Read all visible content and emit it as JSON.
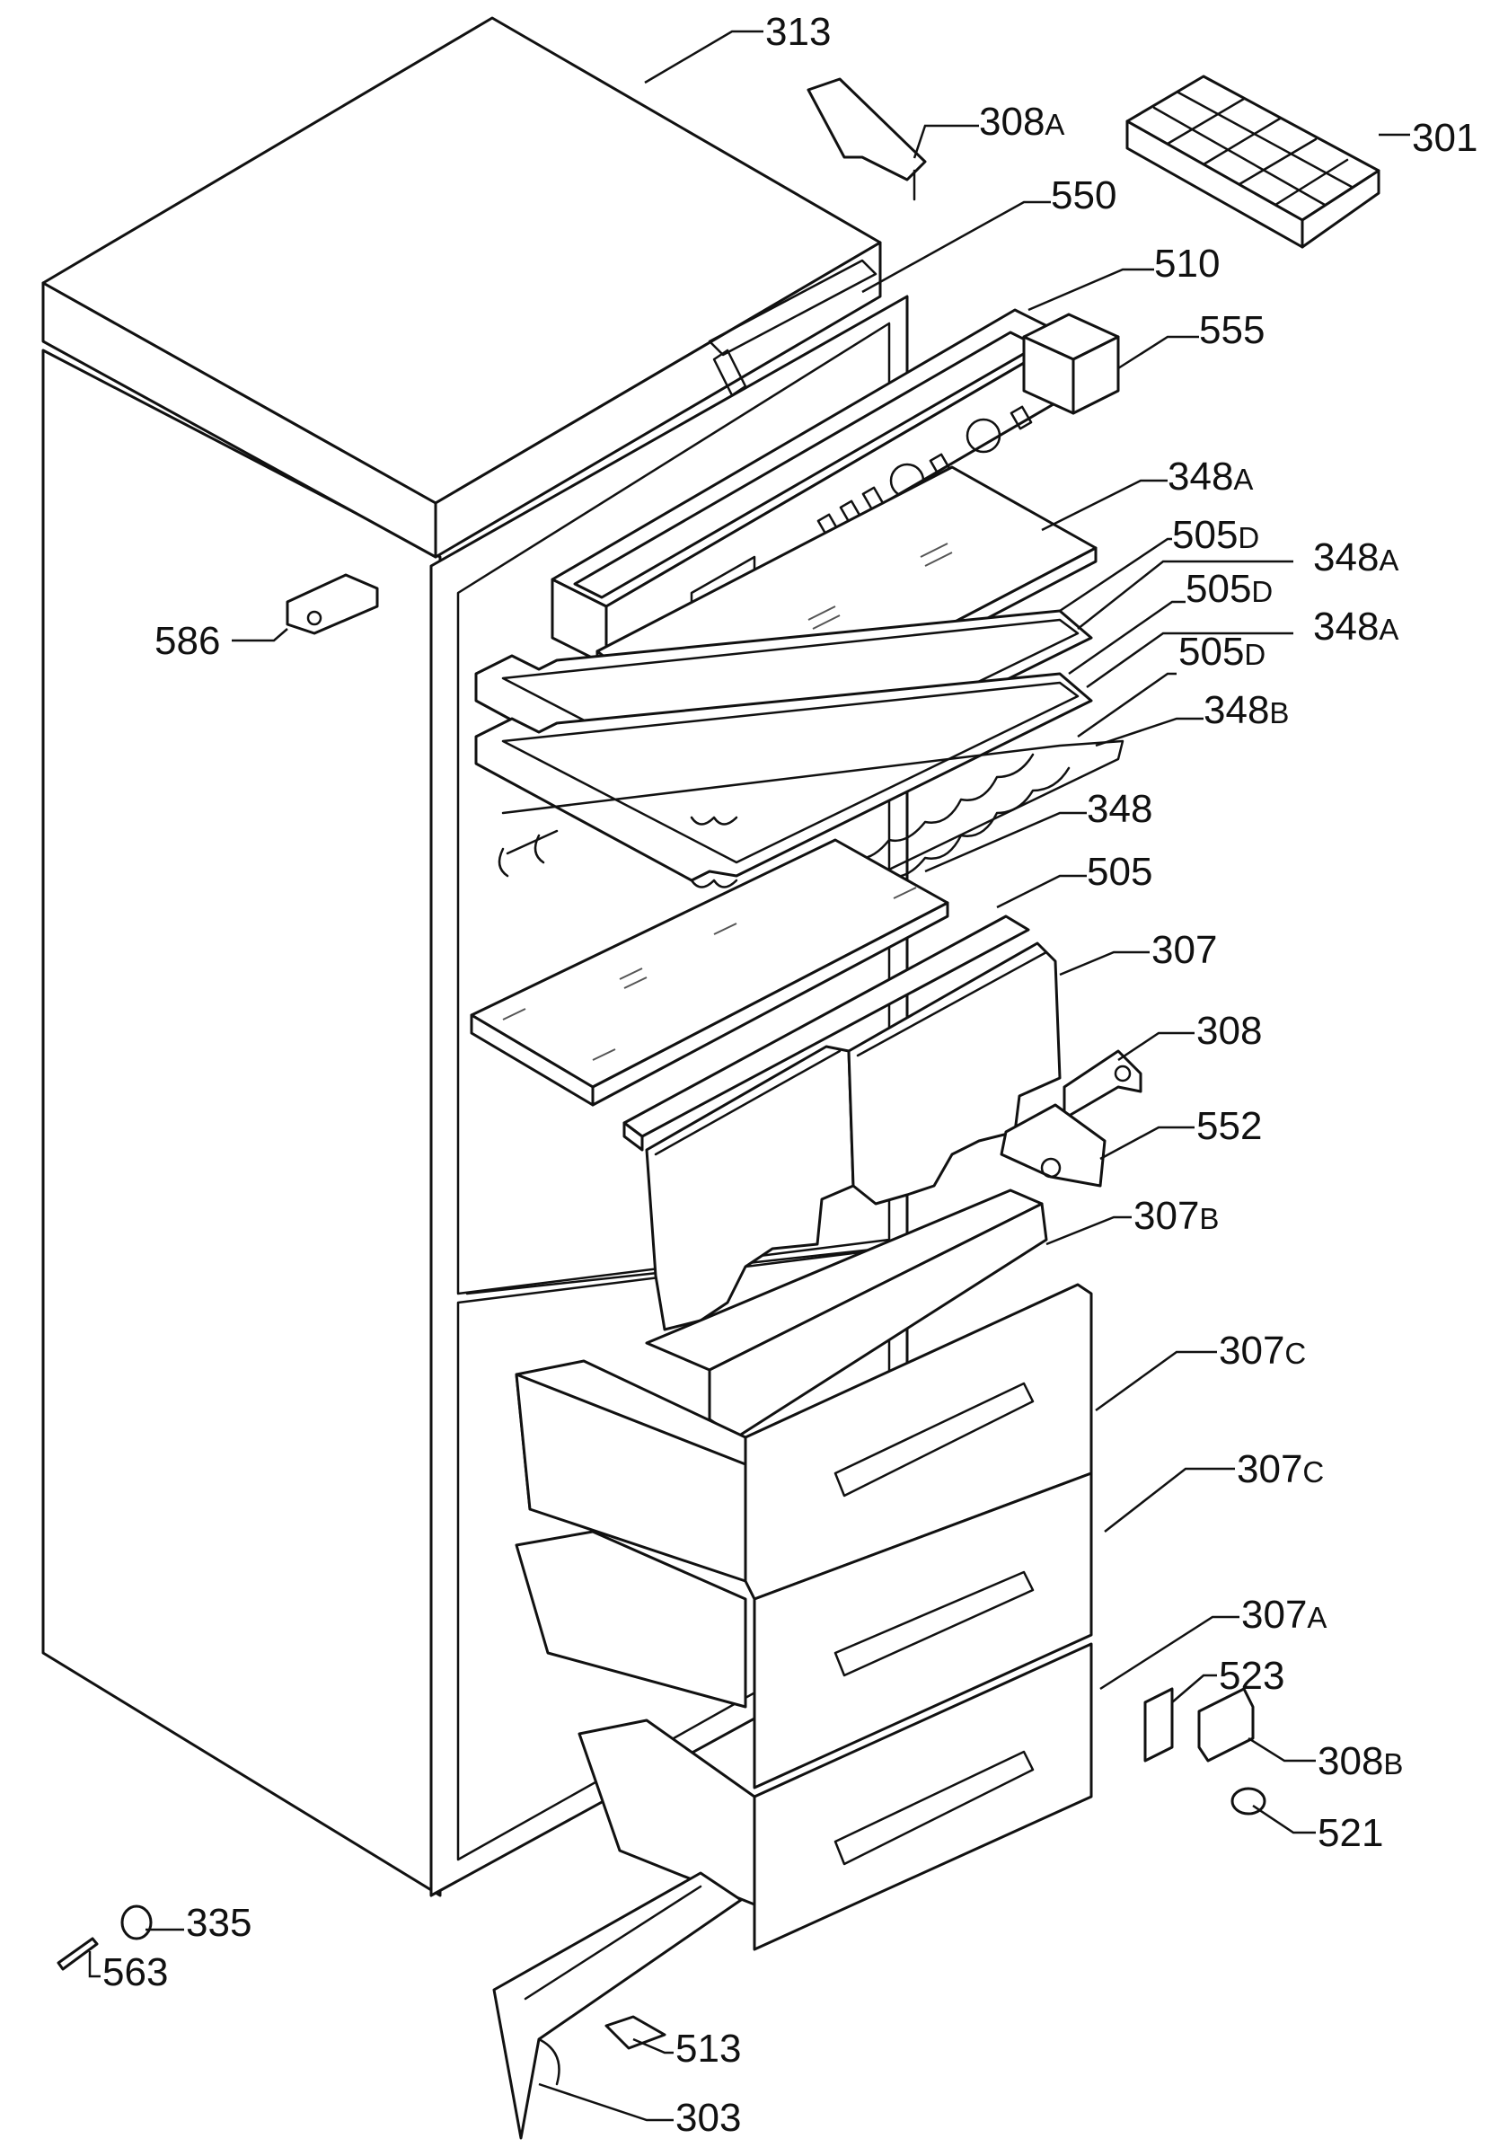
{
  "colors": {
    "line": "#111111",
    "background": "#ffffff"
  },
  "callouts": [
    {
      "id": "313",
      "main": "313",
      "suffix": ""
    },
    {
      "id": "308A",
      "main": "308",
      "suffix": "A"
    },
    {
      "id": "301",
      "main": "301",
      "suffix": ""
    },
    {
      "id": "550",
      "main": "550",
      "suffix": ""
    },
    {
      "id": "510",
      "main": "510",
      "suffix": ""
    },
    {
      "id": "555",
      "main": "555",
      "suffix": ""
    },
    {
      "id": "348A-1",
      "main": "348",
      "suffix": "A"
    },
    {
      "id": "505D-1",
      "main": "505",
      "suffix": "D"
    },
    {
      "id": "348A-2",
      "main": "348",
      "suffix": "A"
    },
    {
      "id": "505D-2",
      "main": "505",
      "suffix": "D"
    },
    {
      "id": "348A-3",
      "main": "348",
      "suffix": "A"
    },
    {
      "id": "505D-3",
      "main": "505",
      "suffix": "D"
    },
    {
      "id": "348B",
      "main": "348",
      "suffix": "B"
    },
    {
      "id": "348",
      "main": "348",
      "suffix": ""
    },
    {
      "id": "505",
      "main": "505",
      "suffix": ""
    },
    {
      "id": "307",
      "main": "307",
      "suffix": ""
    },
    {
      "id": "308",
      "main": "308",
      "suffix": ""
    },
    {
      "id": "552",
      "main": "552",
      "suffix": ""
    },
    {
      "id": "307B",
      "main": "307",
      "suffix": "B"
    },
    {
      "id": "307C-1",
      "main": "307",
      "suffix": "C"
    },
    {
      "id": "307C-2",
      "main": "307",
      "suffix": "C"
    },
    {
      "id": "307A",
      "main": "307",
      "suffix": "A"
    },
    {
      "id": "523",
      "main": "523",
      "suffix": ""
    },
    {
      "id": "308B",
      "main": "308",
      "suffix": "B"
    },
    {
      "id": "521",
      "main": "521",
      "suffix": ""
    },
    {
      "id": "586",
      "main": "586",
      "suffix": ""
    },
    {
      "id": "335",
      "main": "335",
      "suffix": ""
    },
    {
      "id": "563",
      "main": "563",
      "suffix": ""
    },
    {
      "id": "513",
      "main": "513",
      "suffix": ""
    },
    {
      "id": "303",
      "main": "303",
      "suffix": ""
    }
  ]
}
